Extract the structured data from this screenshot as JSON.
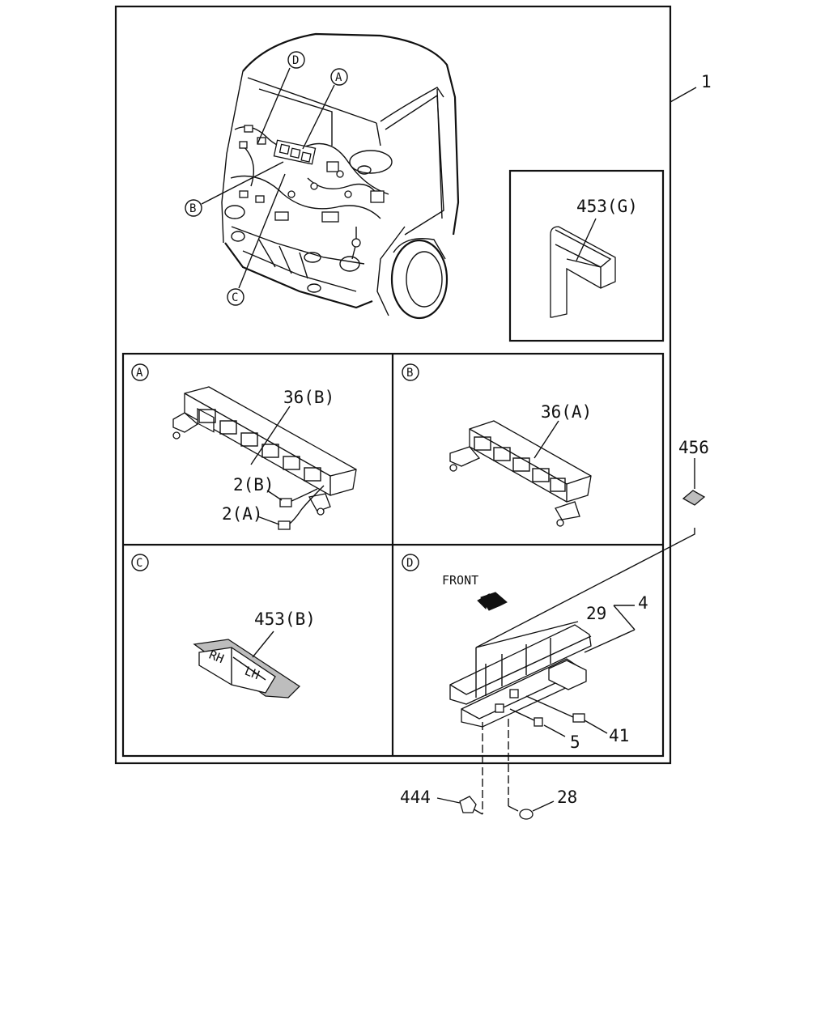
{
  "callouts": {
    "a": "A",
    "b": "B",
    "c": "C",
    "d": "D"
  },
  "parts": {
    "main": "1",
    "clip_g": "453(G)",
    "connector_b": "36(B)",
    "connector_a": "36(A)",
    "wire_2b": "2(B)",
    "wire_2a": "2(A)",
    "tape_b": "453(B)",
    "pad_456": "456",
    "bracket_29": "29",
    "assembly_4": "4",
    "clip_41": "41",
    "clip_5": "5",
    "screw_444": "444",
    "bolt_28": "28"
  },
  "front_label": "FRONT",
  "tape_markings": {
    "rh": "RH",
    "lh": "LH"
  }
}
